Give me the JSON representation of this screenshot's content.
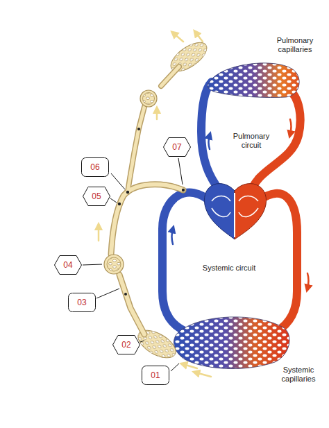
{
  "diagram": {
    "nodes": [
      {
        "text": [
          "07"
        ]
      },
      {
        "text": [
          "06"
        ]
      },
      {
        "text": [
          "05"
        ]
      },
      {
        "text": [
          "04"
        ]
      },
      {
        "text": [
          "03"
        ]
      },
      {
        "text": [
          "02"
        ]
      },
      {
        "text": [
          "01"
        ]
      }
    ],
    "labels": [
      "Pulmonary capillaries",
      "Pulmonary circuit",
      "Systemic circuit",
      "Systemic capillaries"
    ]
  }
}
